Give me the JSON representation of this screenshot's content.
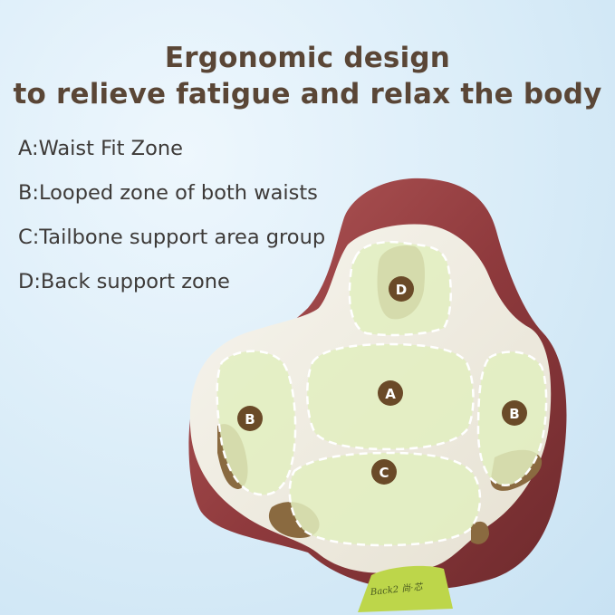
{
  "headline": {
    "line1": "Ergonomic design",
    "line2": "to relieve fatigue and relax the body"
  },
  "zones": [
    {
      "text": "A:Waist Fit Zone"
    },
    {
      "text": "B:Looped zone of both waists"
    },
    {
      "text": "C:Tailbone support area group"
    },
    {
      "text": "D:Back support zone"
    }
  ],
  "diagram": {
    "marker_a": "A",
    "marker_b": "B",
    "marker_c": "C",
    "marker_d": "D",
    "tag_text": "Back2 尚·芯"
  },
  "colors": {
    "background": "#d9ecf8",
    "headline": "#5a4636",
    "text": "#3d3a38",
    "pillow_red": "#8f3a3d",
    "pillow_cream": "#f1eee3",
    "zone_green": "#e2eec0",
    "zone_brown": "#8a6a40",
    "marker_fill": "#6a4a28",
    "tag_green": "#bdd64a"
  }
}
